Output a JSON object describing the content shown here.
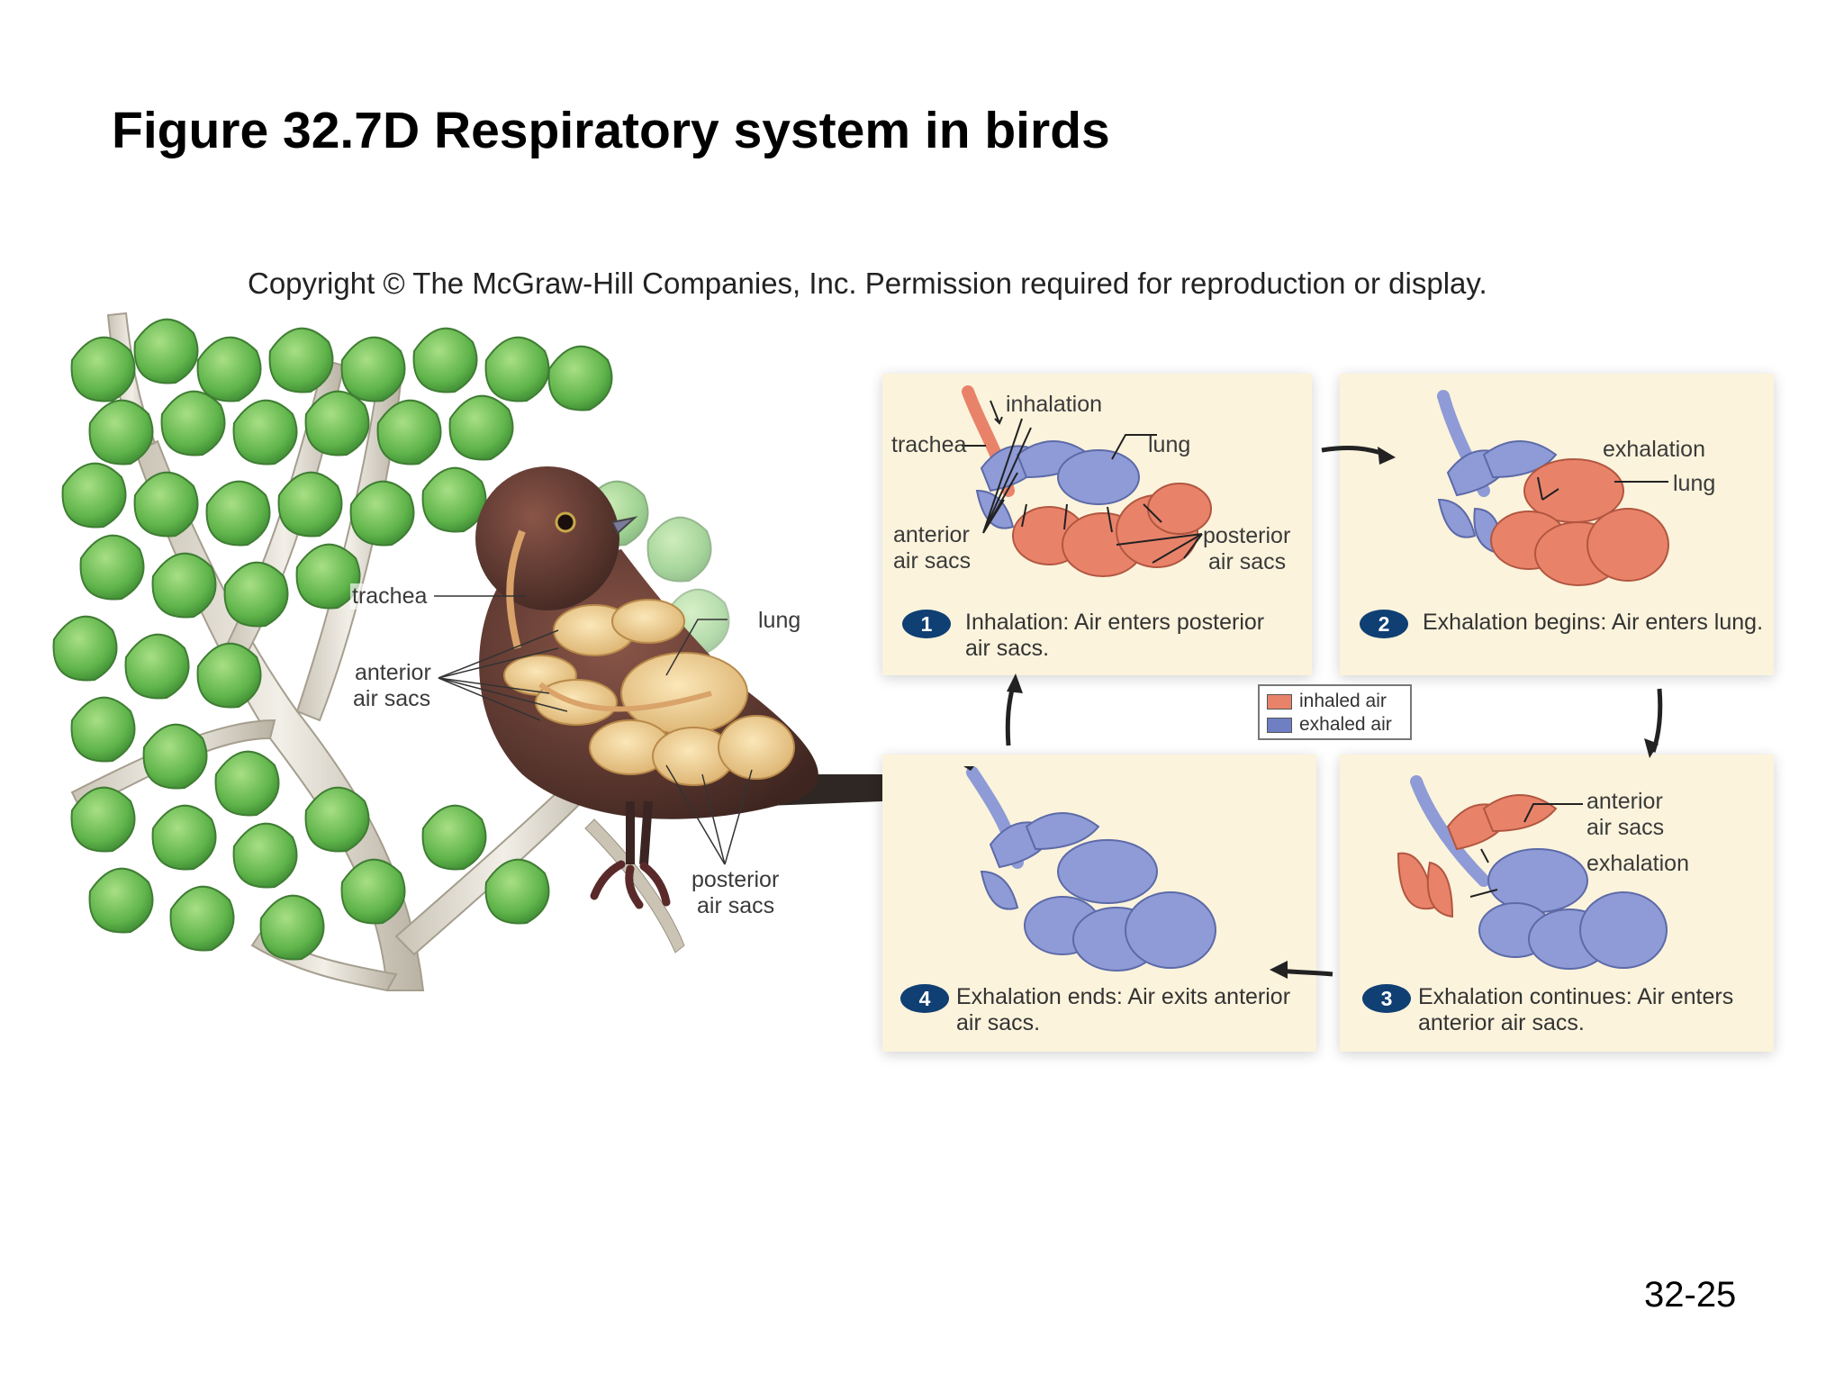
{
  "title": "Figure 32.7D Respiratory system in birds",
  "copyright": "Copyright © The McGraw-Hill Companies, Inc. Permission required for reproduction or display.",
  "page_number": "32-25",
  "bird_labels": {
    "trachea": "trachea",
    "lung": "lung",
    "anterior_air_sacs": [
      "anterior",
      "air sacs"
    ],
    "posterior_air_sacs": [
      "posterior",
      "air sacs"
    ]
  },
  "panels": [
    {
      "step": "1",
      "caption": [
        "Inhalation: Air enters posterior",
        "air sacs."
      ],
      "labels": {
        "inhalation": "inhalation",
        "trachea": "trachea",
        "lung": "lung",
        "anterior_air_sacs": [
          "anterior",
          "air sacs"
        ],
        "posterior_air_sacs": [
          "posterior",
          "air sacs"
        ]
      }
    },
    {
      "step": "2",
      "caption": [
        "Exhalation begins: Air enters lung."
      ],
      "labels": {
        "exhalation": "exhalation",
        "lung": "lung"
      }
    },
    {
      "step": "3",
      "caption": [
        "Exhalation continues: Air enters",
        "anterior air sacs."
      ],
      "labels": {
        "anterior_air_sacs": [
          "anterior",
          "air sacs"
        ],
        "exhalation": "exhalation"
      }
    },
    {
      "step": "4",
      "caption": [
        "Exhalation ends: Air exits anterior",
        "air sacs."
      ],
      "labels": {}
    }
  ],
  "legend": [
    {
      "label": "inhaled air",
      "color": "#e8836a"
    },
    {
      "label": "exhaled air",
      "color": "#6f7fc4"
    }
  ],
  "colors": {
    "panel_bg": "#fbf3dc",
    "inhaled_air": "#e8836a",
    "exhaled_air": "#8e9bd6",
    "air_sacs_in_bird": "#e9c98b",
    "step_badge": "#0f3f73",
    "leaf_green": "#6cbf5a",
    "bird_brown": "#5a3a30"
  }
}
